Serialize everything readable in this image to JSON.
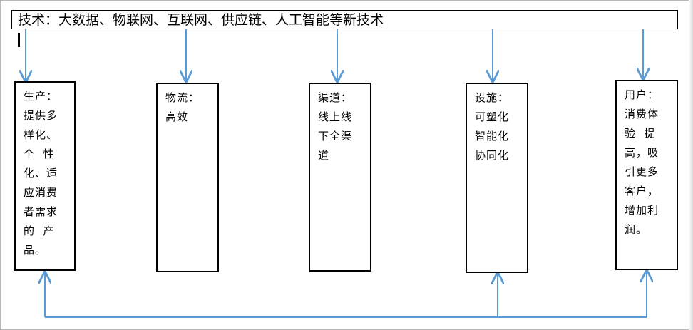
{
  "header": {
    "text": "技术：大数据、物联网、互联网、供应链、人工智能等新技术"
  },
  "nodes": [
    {
      "id": "production",
      "lines": [
        "生产：",
        "提供多",
        "样化、",
        "个  性",
        "化、适",
        "应消费",
        "者需求",
        "的  产",
        "品。"
      ]
    },
    {
      "id": "logistics",
      "lines": [
        "物流：",
        "高效"
      ]
    },
    {
      "id": "channel",
      "lines": [
        "渠道：",
        "线上线",
        "下全渠",
        "道"
      ]
    },
    {
      "id": "facility",
      "lines": [
        "设施：",
        "可塑化",
        "智能化",
        "协同化"
      ]
    },
    {
      "id": "user",
      "lines": [
        "用户：",
        "消费体",
        "验  提",
        "高，吸",
        "引更多",
        "客户，",
        "增加利",
        "润。"
      ]
    }
  ],
  "colors": {
    "arrow": "#5b9bd5",
    "border": "#000000"
  }
}
